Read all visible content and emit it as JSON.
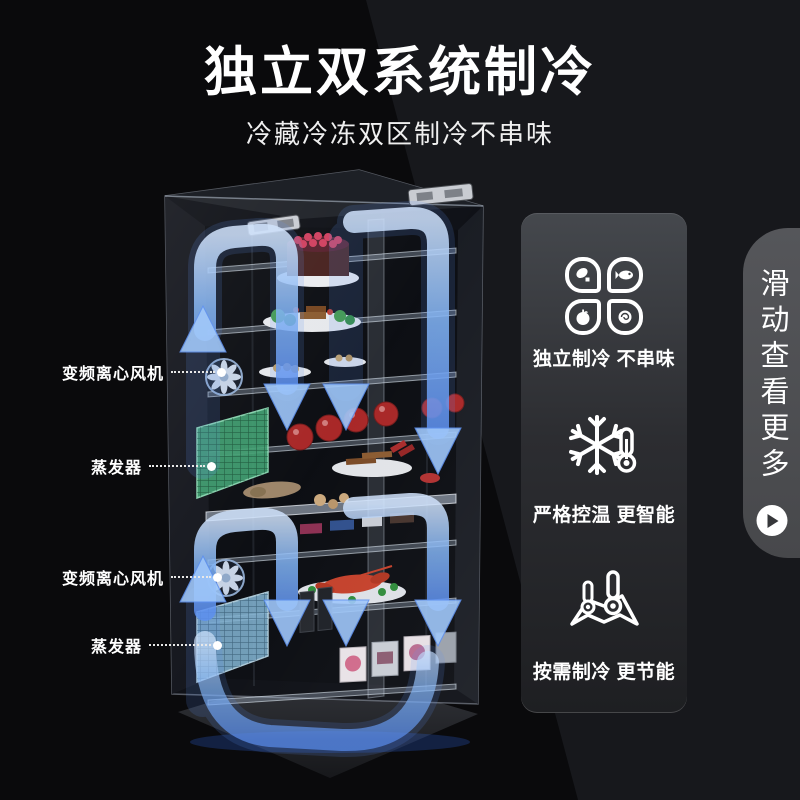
{
  "header": {
    "title": "独立双系统制冷",
    "subtitle": "冷藏冷冻双区制冷不串味"
  },
  "diagram": {
    "labels": [
      {
        "text": "变频离心风机",
        "target": "upper-fan"
      },
      {
        "text": "蒸发器",
        "target": "upper-evaporator"
      },
      {
        "text": "变频离心风机",
        "target": "lower-fan"
      },
      {
        "text": "蒸发器",
        "target": "lower-evaporator"
      }
    ],
    "colors": {
      "airflow_blue": "#7fb2f4",
      "evaporator_green": "#3f9e70",
      "evaporator_blue": "#7fb0cf"
    }
  },
  "panel": {
    "features": [
      {
        "icon": "food-clover-icon",
        "label": "独立制冷 不串味"
      },
      {
        "icon": "snowflake-thermometer-icon",
        "label": "严格控温 更智能"
      },
      {
        "icon": "map-thermometers-icon",
        "label": "按需制冷 更节能"
      }
    ],
    "bg_top": "#45484d",
    "bg_bottom": "#1e1f22"
  },
  "slide_tab": {
    "text": "滑动查看更多",
    "icon": "play-circle-icon",
    "bg": "#4e4f52"
  }
}
